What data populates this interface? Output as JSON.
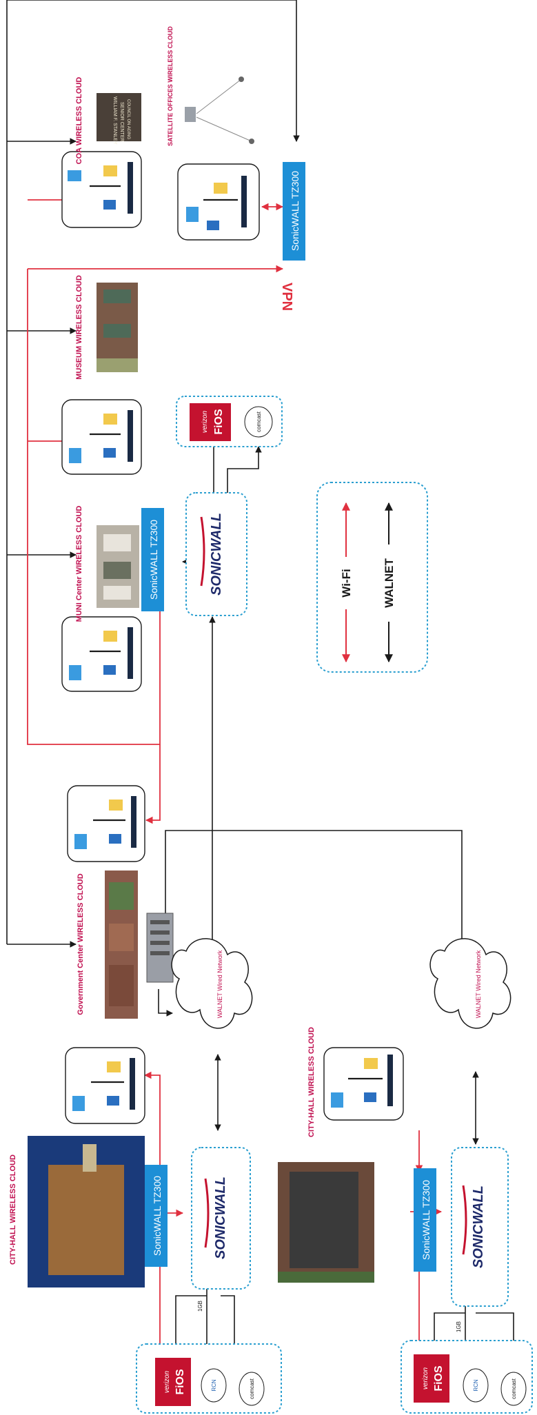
{
  "colors": {
    "wifi_red": "#e0303f",
    "walnet_black": "#1a1a1a",
    "sonicwall_blue": "#1d8fd6",
    "title_magenta": "#c01050",
    "dotted_blue": "#2b9fd0",
    "fios_red": "#c4122f"
  },
  "clouds": {
    "city_hall_1": "CITY-HALL WIRELESS CLOUD",
    "government_center": "Government Center WIRELESS CLOUD",
    "muni_center": "MUNI Center WIRELESS CLOUD",
    "museum": "MUSEUM WIRELESS CLOUD",
    "coa": "COA WIRELESS CLOUD",
    "satellite": "SATELLITE OFFICES WIRELESS CLOUD",
    "city_hall_2": "CITY-HALL WIRELESS CLOUD"
  },
  "devices": {
    "tz300": "SonicWALL TZ300",
    "sonicwall_logo": "SONICWALL",
    "walnet_network": "WALNET Wired Network",
    "vpn": "VPN"
  },
  "isp": {
    "verizon": "verizon",
    "fios": "FiOS",
    "comcast": "comcast",
    "rcn": "RCN",
    "link_1gb": "1GB"
  },
  "legend": {
    "wifi": "Wi-Fi",
    "walnet": "WALNET"
  },
  "signs": {
    "coa_line1": "WILLIAM F. STANLEY",
    "coa_line2": "SENIOR CENTER",
    "coa_line3": "COUNCIL ON AGING"
  }
}
